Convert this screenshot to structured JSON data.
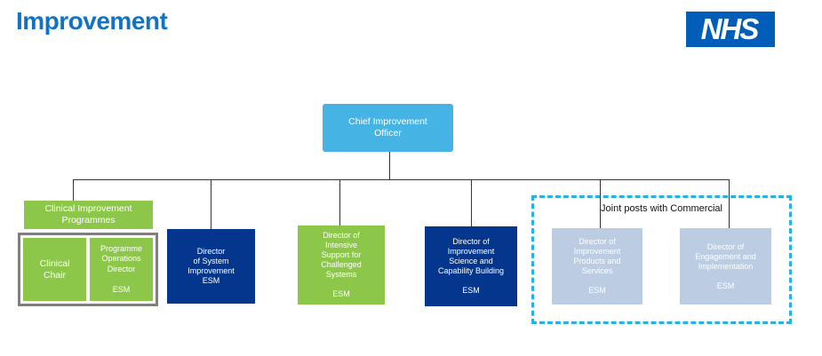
{
  "page": {
    "title": "Improvement"
  },
  "nhs_logo": {
    "text": "NHS"
  },
  "org": {
    "root": {
      "label": "Chief Improvement\nOfficer"
    },
    "clinical_programmes": {
      "header": "Clinical Improvement\nProgrammes",
      "members": [
        {
          "label": "Clinical\nChair"
        },
        {
          "label": "Programme\nOperations\nDirector\n\nESM"
        }
      ]
    },
    "directors": [
      {
        "label": "Director\nof System\nImprovement\nESM"
      },
      {
        "label": "Director of\nIntensive\nSupport for\nChallenged\nSystems\n\nESM"
      },
      {
        "label": "Director of\nImprovement\nScience and\nCapability Building\n\nESM"
      },
      {
        "label": "Director of\nImprovement\nProducts and\nServices\n\nESM"
      },
      {
        "label": "Director of\nEngagement and\nImplementation\n\nESM"
      }
    ],
    "joint_group": {
      "label": "Joint posts with Commercial"
    }
  },
  "colors": {
    "title_blue": "#1273c5",
    "nhs_blue": "#005eb8",
    "root_blue": "#45b4e5",
    "green": "#8dc74a",
    "navy": "#04368e",
    "joint_blue": "#bccde3",
    "dashed_border": "#29b1e6",
    "container_border": "#7f7f7f",
    "line": "#333333"
  }
}
